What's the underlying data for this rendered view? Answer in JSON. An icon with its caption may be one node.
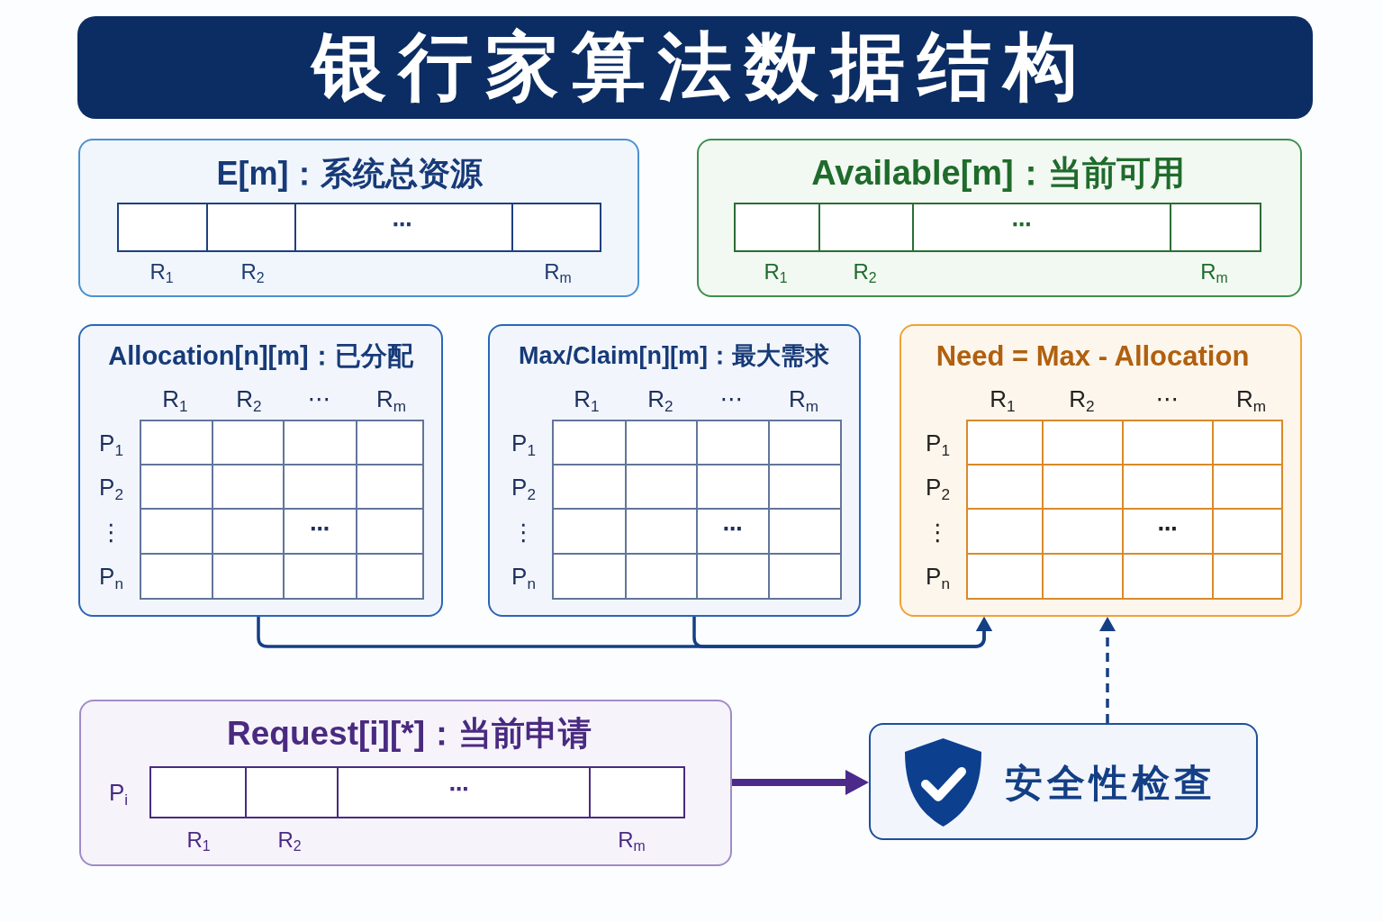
{
  "diagram": {
    "title": "银行家算法数据结构",
    "nodes": [
      {
        "text": [
          "E[m]：系统总资源",
          "⋯",
          "R$_{1}$",
          "R$_{2}$",
          "R$_{m}$"
        ]
      },
      {
        "text": [
          "Available[m]：当前可用",
          "⋯",
          "R$_{1}$",
          "R$_{2}$",
          "R$_{m}$"
        ]
      },
      {
        "text": [
          "Allocation[n][m]：已分配",
          "R$_{1}$",
          "R$_{2}$",
          "⋯",
          "R$_{m}$",
          "P$_{1}$",
          "P$_{2}$",
          "⋮",
          "P$_{n}$",
          "⋯"
        ]
      },
      {
        "text": [
          "Max/Claim[n][m]：最大需求",
          "R$_{1}$",
          "R$_{2}$",
          "⋯",
          "R$_{m}$",
          "P$_{1}$",
          "P$_{2}$",
          "⋮",
          "P$_{n}$",
          "⋯"
        ]
      },
      {
        "text": [
          "Need = Max - Allocation",
          "R$_{1}$",
          "R$_{2}$",
          "⋯",
          "R$_{m}$",
          "P$_{1}$",
          "P$_{2}$",
          "⋮",
          "P$_{n}$",
          "⋯"
        ]
      },
      {
        "text": [
          "Request[i][*]：当前申请",
          "P$_{i}$",
          "⋯",
          "R$_{1}$",
          "R$_{2}$",
          "R$_{m}$"
        ]
      },
      {
        "text": [
          "安全性检查"
        ]
      }
    ],
    "edges": [
      {
        "from": 2,
        "to": 4,
        "arrow": "to"
      },
      {
        "from": 3,
        "to": 4,
        "arrow": "to"
      },
      {
        "from": 5,
        "to": 6,
        "arrow": "to",
        "style": "thick",
        "color": "#4b2a8a"
      },
      {
        "from": 6,
        "to": 4,
        "arrow": "to",
        "style": "dashed"
      }
    ]
  }
}
